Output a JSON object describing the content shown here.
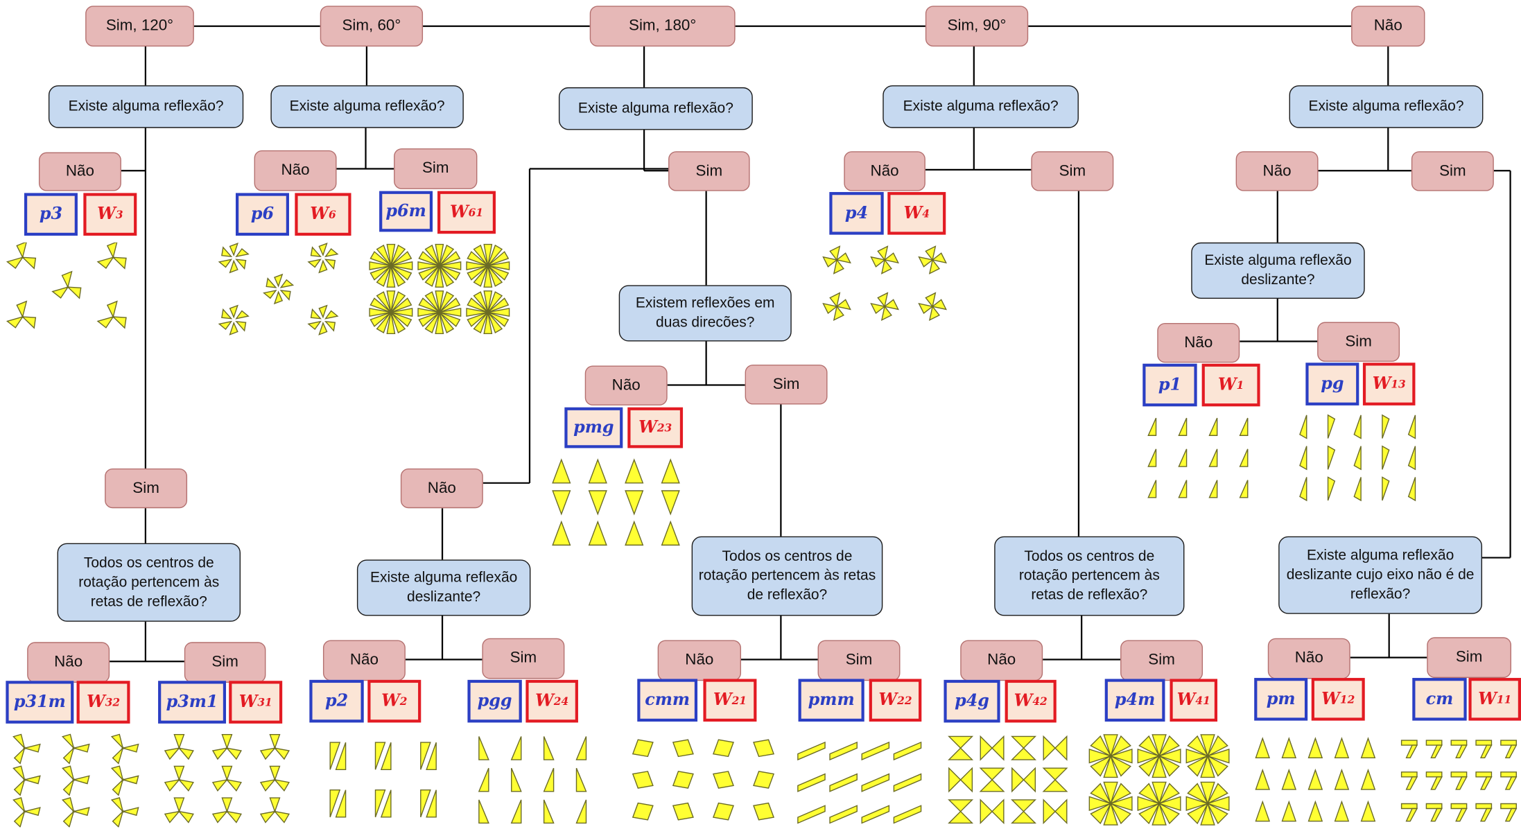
{
  "top": {
    "sim120": "Sim, 120°",
    "sim60": "Sim, 60°",
    "sim180": "Sim, 180°",
    "sim90": "Sim, 90°",
    "nao": "Não"
  },
  "answers": {
    "yes": "Sim",
    "no": "Não"
  },
  "questions": {
    "reflection": "Existe alguma reflexão?",
    "two_directions": "Existem reflexões em duas direcões?",
    "glide": "Existe alguma reflexão deslizante?",
    "centers": "Todos os centros de rotação pertencem às retas de reflexão?",
    "glide_axis": "Existe alguma reflexão deslizante cujo eixo não é de reflexão?"
  },
  "groups": {
    "p3": {
      "name": "p3",
      "W": "W",
      "sub": "3",
      "sup": ""
    },
    "p6": {
      "name": "p6",
      "W": "W",
      "sub": "6",
      "sup": ""
    },
    "p6m": {
      "name": "p6m",
      "W": "W",
      "sub": "6",
      "sup": "1"
    },
    "p4": {
      "name": "p4",
      "W": "W",
      "sub": "4",
      "sup": ""
    },
    "p1": {
      "name": "p1",
      "W": "W",
      "sub": "1",
      "sup": ""
    },
    "pg": {
      "name": "pg",
      "W": "W",
      "sub": "1",
      "sup": "3"
    },
    "pmg": {
      "name": "pmg",
      "W": "W",
      "sub": "2",
      "sup": "3"
    },
    "p31m": {
      "name": "p31m",
      "W": "W",
      "sub": "3",
      "sup": "2"
    },
    "p3m1": {
      "name": "p3m1",
      "W": "W",
      "sub": "3",
      "sup": "1"
    },
    "p2": {
      "name": "p2",
      "W": "W",
      "sub": "2",
      "sup": ""
    },
    "pgg": {
      "name": "pgg",
      "W": "W",
      "sub": "2",
      "sup": "4"
    },
    "cmm": {
      "name": "cmm",
      "W": "W",
      "sub": "2",
      "sup": "1"
    },
    "pmm": {
      "name": "pmm",
      "W": "W",
      "sub": "2",
      "sup": "2"
    },
    "p4g": {
      "name": "p4g",
      "W": "W",
      "sub": "4",
      "sup": "2"
    },
    "p4m": {
      "name": "p4m",
      "W": "W",
      "sub": "4",
      "sup": "1"
    },
    "pm": {
      "name": "pm",
      "W": "W",
      "sub": "1",
      "sup": "2"
    },
    "cm": {
      "name": "cm",
      "W": "W",
      "sub": "1",
      "sup": "1"
    }
  },
  "colors": {
    "answer_fill": "#e6b8b7",
    "question_fill": "#c6d9f0",
    "label_fill": "#fbe5d6",
    "group_border": "#2b3fc4",
    "notation_border": "#e31b23",
    "motif_fill": "#ffff33"
  }
}
